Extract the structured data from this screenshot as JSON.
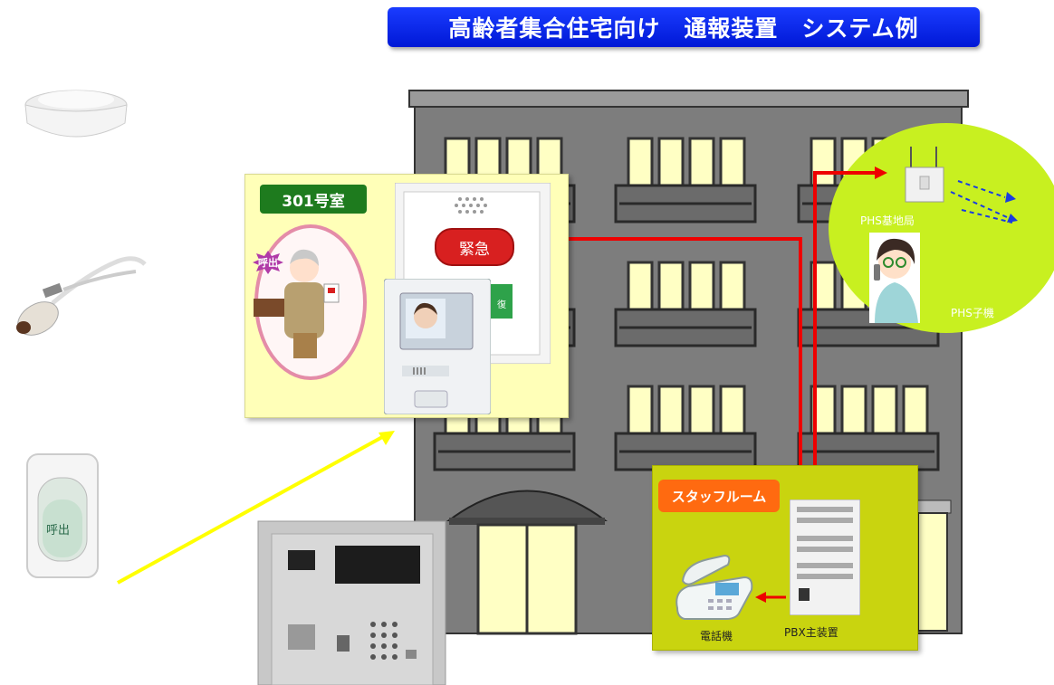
{
  "title": "高齢者集合住宅向け　通報装置　システム例",
  "room": {
    "label": "301号室",
    "badge": "呼出",
    "emergency_button": "緊急",
    "reset_button": "復"
  },
  "devices": {
    "call_button_label": "呼出"
  },
  "phs": {
    "base_station": "PHS基地局",
    "handset": "PHS子機"
  },
  "staff_room": {
    "label": "スタッフルーム",
    "telephone": "電話機",
    "pbx": "PBX主装置"
  },
  "colors": {
    "title_banner": "#0a2ff0",
    "room_panel": "#ffffb8",
    "room_label": "#1e7b1e",
    "staff_panel": "#c9d40f",
    "staff_label": "#ff6a10",
    "phs_circle": "#c8f020",
    "signal_line": "#ee0000",
    "arrow_yellow": "#ffff00",
    "building": "#7d7d7d",
    "window": "#ffffc4"
  }
}
